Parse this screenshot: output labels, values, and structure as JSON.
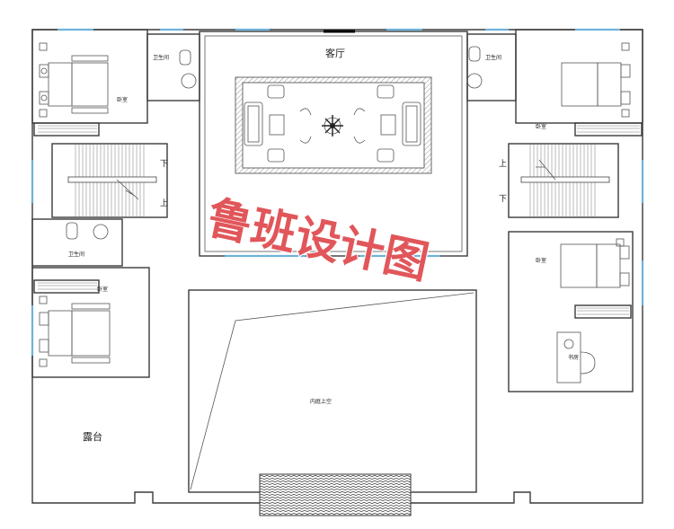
{
  "rooms": {
    "living_room": "客厅",
    "bedroom": "卧室",
    "bathroom": "卫生间",
    "terrace": "露台",
    "courtyard_void": "内庭上空",
    "study": "书房"
  },
  "stairs": {
    "down": "下",
    "up": "上"
  },
  "watermark": "鲁班设计图",
  "colors": {
    "walls": "#3a3a3a",
    "watermark": "#d9262b",
    "window": "#6fb3d9"
  }
}
